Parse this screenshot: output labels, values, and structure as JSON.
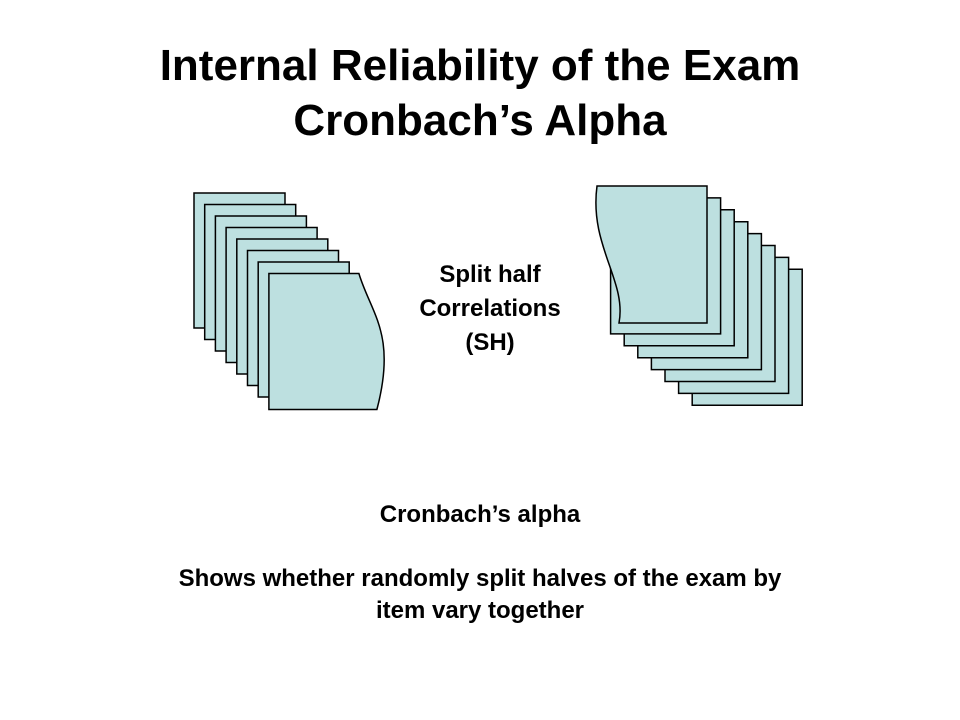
{
  "slide": {
    "title_line1": "Internal Reliability of the Exam",
    "title_line2": "Cronbach’s Alpha",
    "middle_label": {
      "line1": "Split half",
      "line2": "Correlations",
      "line3": "(SH)"
    },
    "caption_heading": "Cronbach’s alpha",
    "caption_line1": "Shows whether randomly split halves of the exam by",
    "caption_line2": "item vary together"
  },
  "colors": {
    "page_fill": "#bde0e0",
    "page_stroke": "#000000",
    "text": "#000000",
    "background": "#ffffff"
  },
  "diagram": {
    "left_stack_page_count": 8,
    "right_stack_page_count": 8
  }
}
